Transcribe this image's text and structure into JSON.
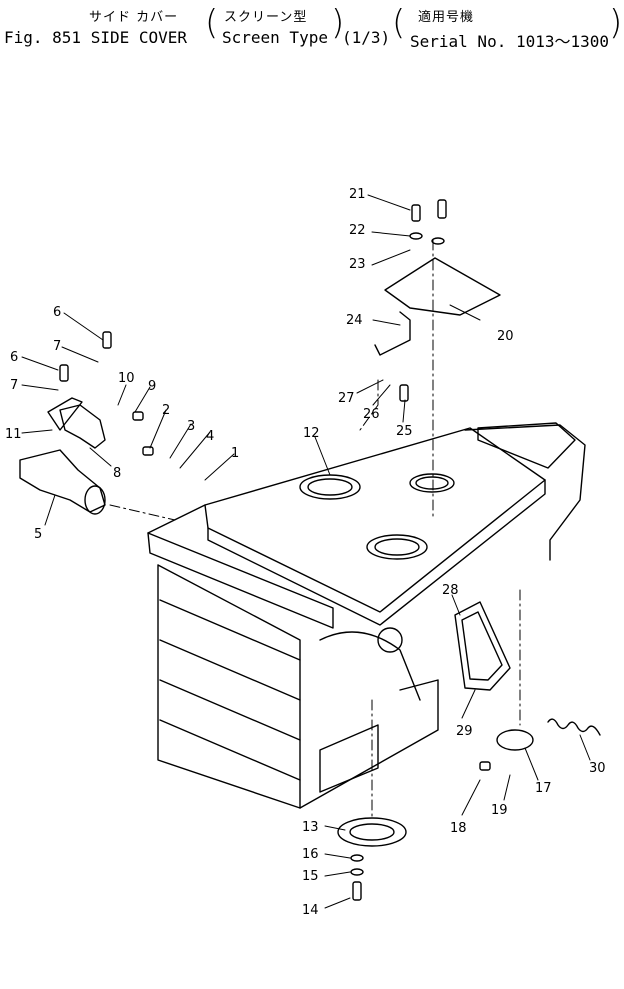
{
  "header": {
    "title_jp": "サイド カバー",
    "title_en": "Fig. 851 SIDE COVER",
    "type_jp": "スクリーン型",
    "type_en": "Screen Type",
    "page": "(1/3)",
    "serial_jp": "適用号機",
    "serial_en": "Serial No. 1013～1300"
  },
  "callouts": [
    "1",
    "2",
    "3",
    "4",
    "5",
    "6",
    "6",
    "7",
    "7",
    "8",
    "9",
    "10",
    "11",
    "12",
    "13",
    "14",
    "15",
    "16",
    "17",
    "18",
    "19",
    "20",
    "21",
    "22",
    "23",
    "24",
    "25",
    "26",
    "27",
    "28",
    "29",
    "30"
  ]
}
